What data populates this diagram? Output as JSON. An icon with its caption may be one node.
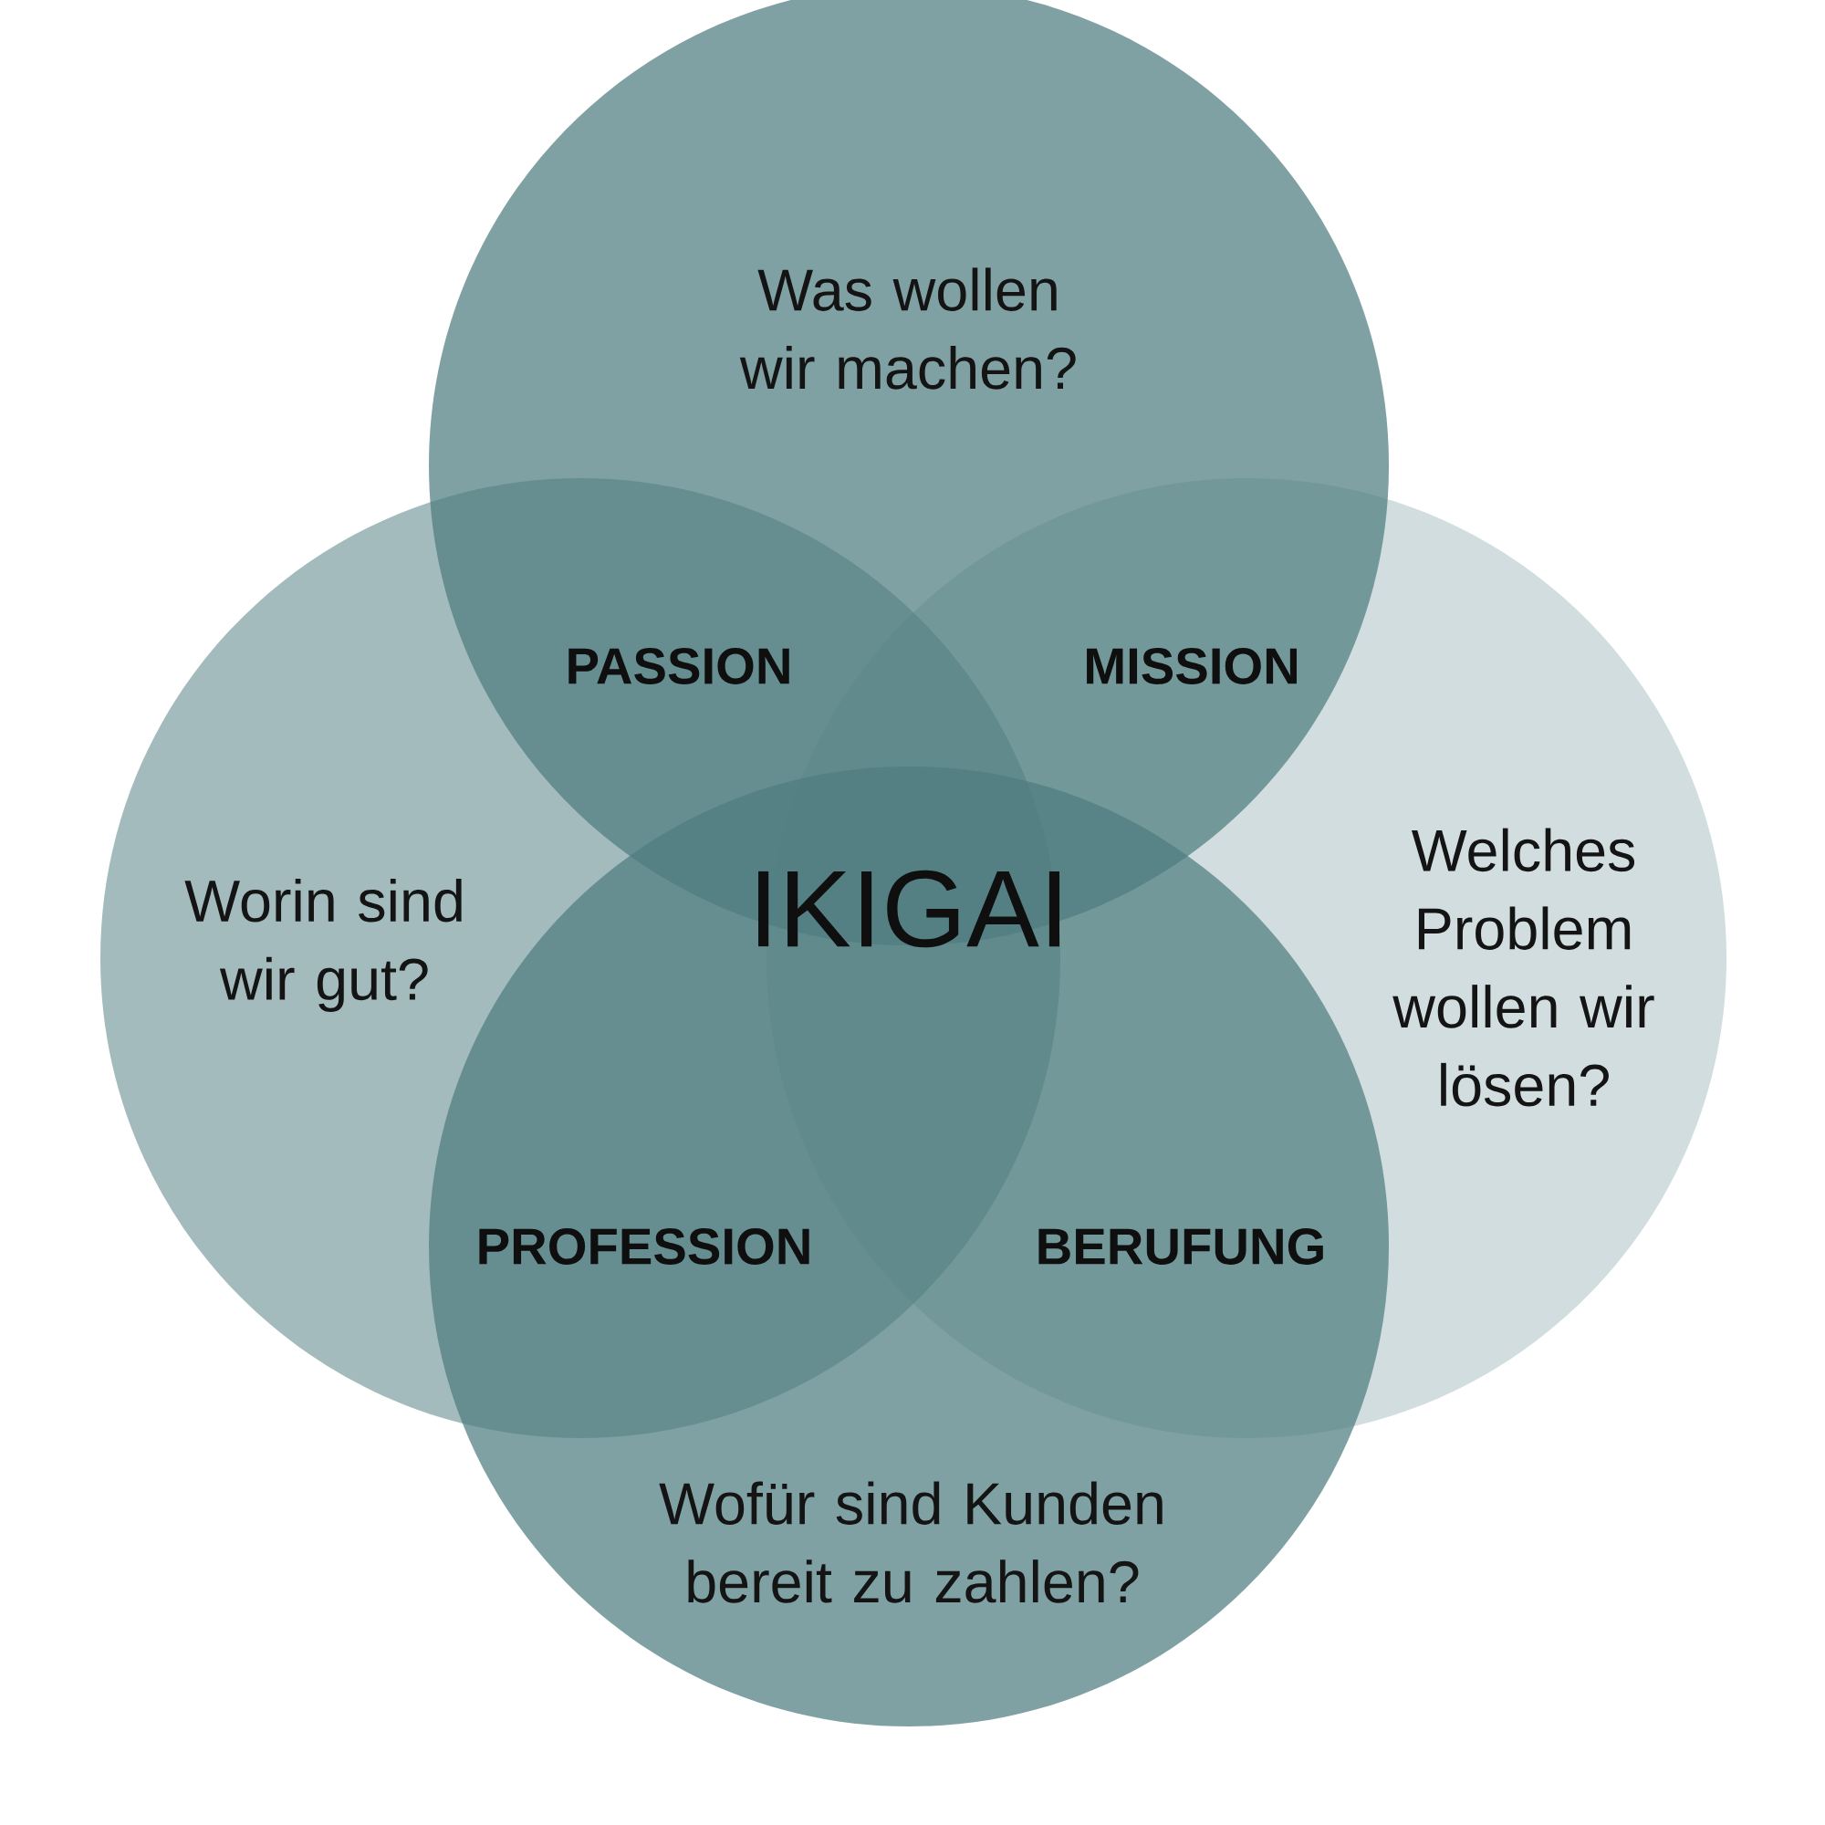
{
  "diagram": {
    "nodes": [
      {
        "text": [
          "Was wollen wir machen?"
        ]
      },
      {
        "text": [
          "Worin sind wir gut?"
        ]
      },
      {
        "text": [
          "Welches Problem wollen wir lösen?"
        ]
      },
      {
        "text": [
          "Wofür sind Kunden bereit zu zahlen?"
        ]
      }
    ],
    "edges": [],
    "labels": [
      "PASSION",
      "MISSION",
      "IKIGAI",
      "PROFESSION",
      "BERUFUNG"
    ]
  }
}
